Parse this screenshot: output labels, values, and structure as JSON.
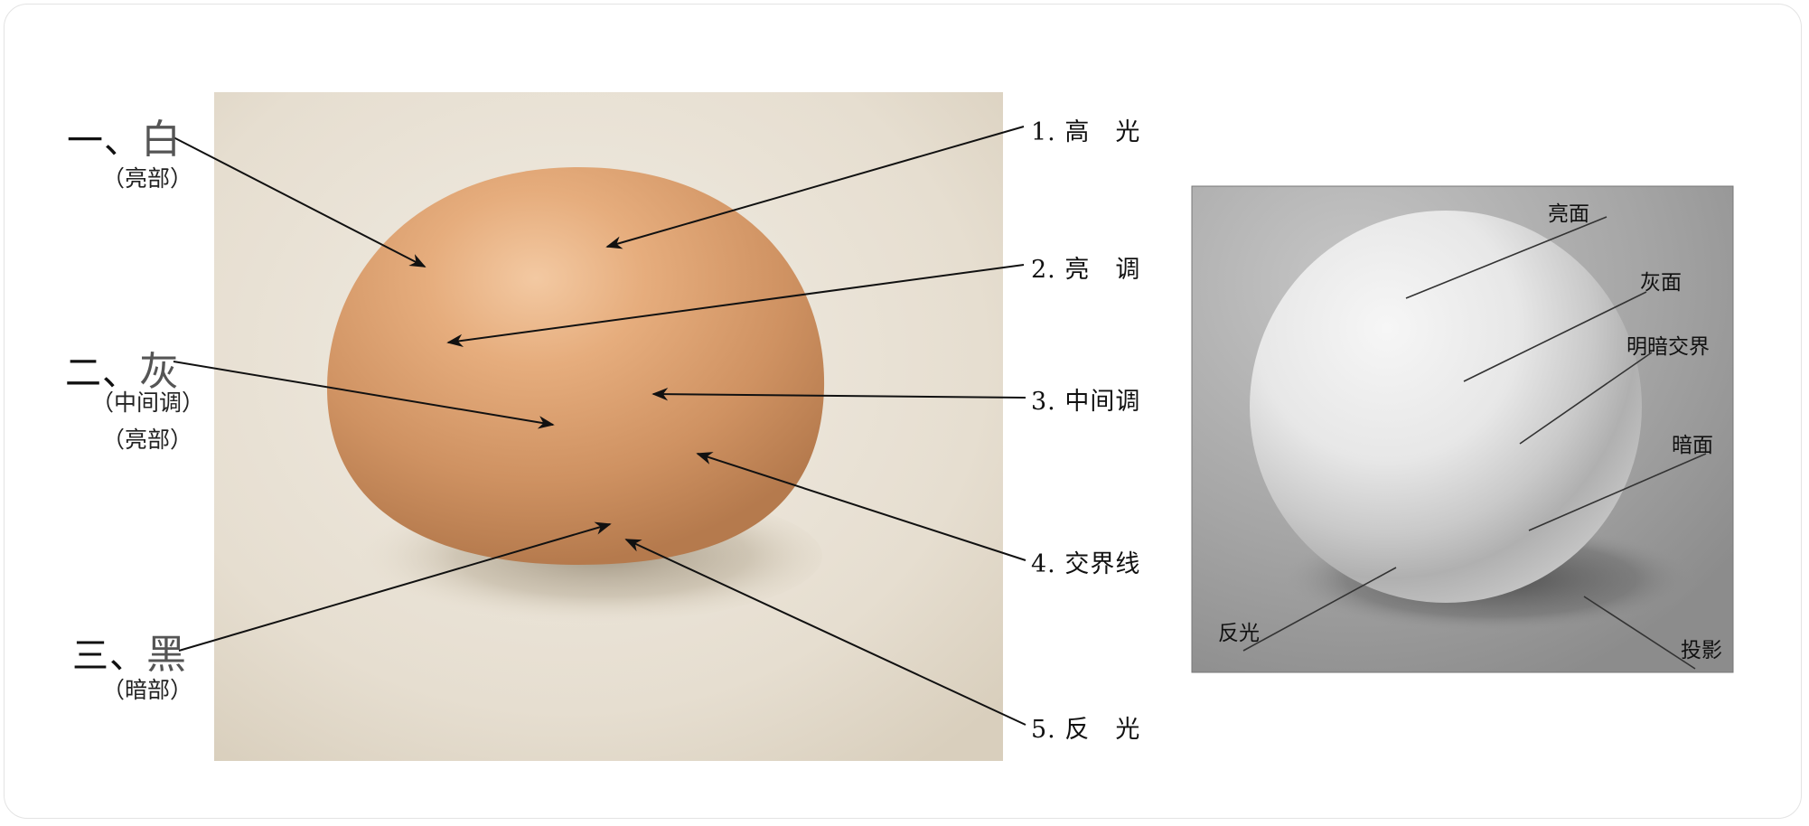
{
  "left_labels": {
    "white": {
      "prefix": "一、",
      "char": "白",
      "sub": "（亮部）"
    },
    "gray": {
      "prefix": "二、",
      "char": "灰",
      "sub1": "（中间调）",
      "sub2": "（亮部）"
    },
    "black": {
      "prefix": "三、",
      "char": "黑",
      "sub": "（暗部）"
    }
  },
  "right_labels": {
    "l1": "1. 高　光",
    "l2": "2. 亮　调",
    "l3": "3. 中间调",
    "l4": "4. 交界线",
    "l5": "5. 反　光"
  },
  "sphere_labels": {
    "light_face": "亮面",
    "gray_face": "灰面",
    "terminator": "明暗交界",
    "dark_face": "暗面",
    "reflected": "反光",
    "cast_shadow": "投影"
  },
  "colors": {
    "egg": "#d9a070",
    "egg_bg": "#ede6d8",
    "sphere_bg": "#9a9a9a",
    "sphere": "#e8e8e8"
  }
}
